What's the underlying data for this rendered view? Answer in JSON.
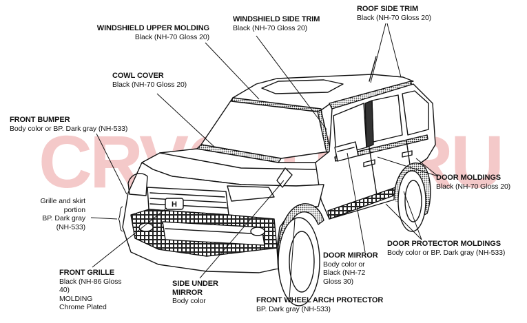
{
  "watermark": "CRVCLUB.RU",
  "labels": {
    "windshield_upper_molding": {
      "title": "WINDSHIELD UPPER MOLDING",
      "desc": "Black (NH-70 Gloss 20)"
    },
    "windshield_side_trim": {
      "title": "WINDSHIELD SIDE TRIM",
      "desc": "Black (NH-70 Gloss 20)"
    },
    "roof_side_trim": {
      "title": "ROOF SIDE TRIM",
      "desc": "Black (NH-70 Gloss 20)"
    },
    "cowl_cover": {
      "title": "COWL COVER",
      "desc": "Black (NH-70 Gloss 20)"
    },
    "front_bumper": {
      "title": "FRONT BUMPER",
      "desc": "Body color or BP. Dark gray (NH-533)"
    },
    "grille_skirt": {
      "line1": "Grille and skirt",
      "line2": "portion",
      "line3": "BP. Dark gray",
      "line4": "(NH-533)"
    },
    "door_moldings": {
      "title": "DOOR MOLDINGS",
      "desc": "Black (NH-70 Gloss 20)"
    },
    "door_protector_moldings": {
      "title": "DOOR PROTECTOR MOLDINGS",
      "desc": "Body color or BP. Dark gray (NH-533)"
    },
    "door_mirror": {
      "title": "DOOR MIRROR",
      "line1": "Body color or",
      "line2": "Black (NH-72",
      "line3": "Gloss 30)"
    },
    "front_grille": {
      "title": "FRONT GRILLE",
      "line1": "Black (NH-86 Gloss",
      "line2": "40)",
      "line3": "MOLDING",
      "line4": "Chrome Plated"
    },
    "side_under_mirror": {
      "title1": "SIDE UNDER",
      "title2": "MIRROR",
      "desc": "Body color"
    },
    "front_wheel_arch_protector": {
      "title": "FRONT WHEEL ARCH PROTECTOR",
      "desc": "BP. Dark gray (NH-533)"
    }
  },
  "colors": {
    "line": "#111111",
    "watermark": "#f4c9c9",
    "background": "#ffffff"
  }
}
